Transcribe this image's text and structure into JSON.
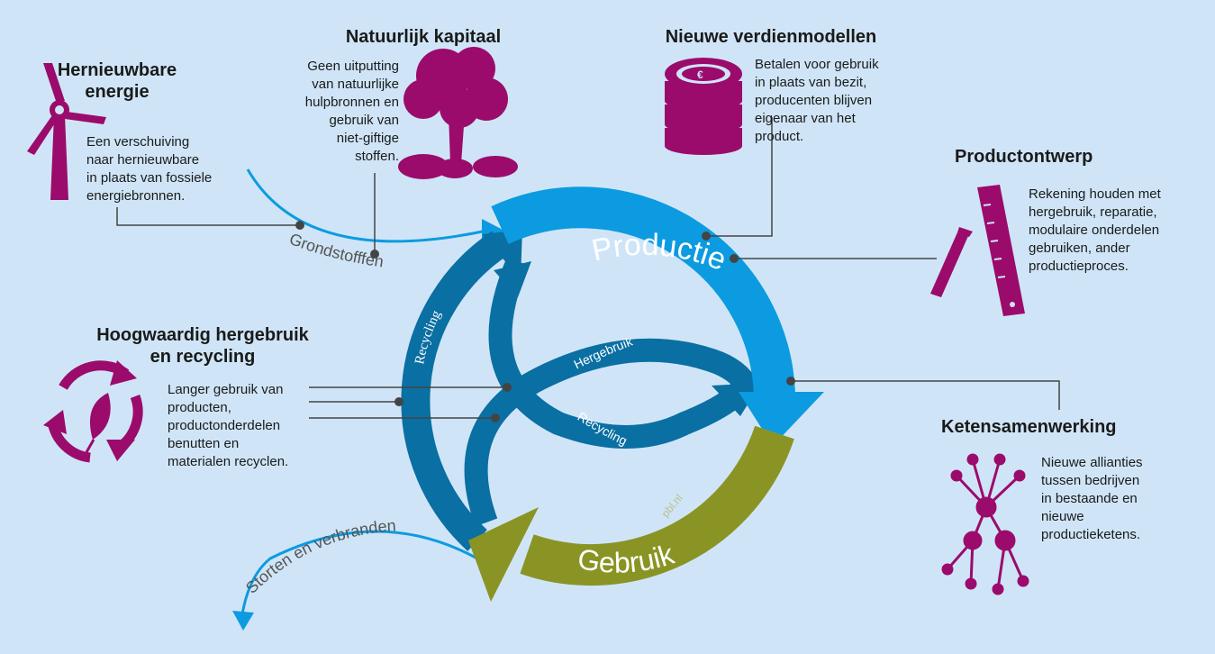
{
  "sections": {
    "hernieuwbare": {
      "title": "Hernieuwbare\nenergie",
      "text": "Een verschuiving\nnaar hernieuwbare\nin plaats van fossiele\nenergiebronnen."
    },
    "natuurlijk": {
      "title": "Natuurlijk kapitaal",
      "text": "Geen uitputting\nvan natuurlijke\nhulpbronnen en\ngebruik van\nniet-giftige\nstoffen."
    },
    "verdienmodellen": {
      "title": "Nieuwe verdienmodellen",
      "text": "Betalen voor gebruik\nin plaats van bezit,\nproducenten blijven\neigenaar van het\nproduct."
    },
    "productontwerp": {
      "title": "Productontwerp",
      "text": "Rekening houden met\nhergebruik, reparatie,\nmodulaire onderdelen\ngebruiken, ander\nproductieproces."
    },
    "hergebruik": {
      "title": "Hoogwaardig hergebruik\nen recycling",
      "text": "Langer gebruik van\nproducten,\nproductonderdelen\nbenutten en\nmaterialen recyclen."
    },
    "ketensamenwerking": {
      "title": "Ketensamenwerking",
      "text": "Nieuwe allianties\ntussen bedrijven\nin bestaande en\nnieuwe\nproductieketens."
    }
  },
  "cycle": {
    "productie": "Productie",
    "gebruik": "Gebruik",
    "recycling_outer": "Recycling",
    "hergebruik_inner": "Hergebruik",
    "recycling_inner": "Recycling",
    "grondstoffen": "Grondstofffen",
    "storten": "Storten en verbranden",
    "watermark": "pbl.nl"
  },
  "icons": {
    "wind": "wind-turbine-icon",
    "tree": "tree-icon",
    "coins": "coins-icon",
    "ruler": "ruler-pencil-icon",
    "recycle": "recycle-leaf-icon",
    "network": "network-icon"
  },
  "colors": {
    "background": "#cfe5f7",
    "magenta": "#9b0b6c",
    "light_blue": "#0c9be0",
    "dark_blue": "#0a6fa3",
    "olive": "#8a9424",
    "connector": "#444444"
  }
}
